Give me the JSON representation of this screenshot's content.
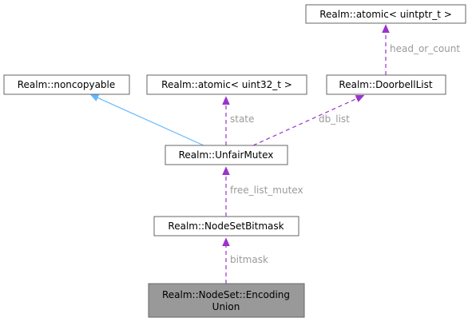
{
  "diagram": {
    "nodes": {
      "atomic_uintptr": "Realm::atomic< uintptr_t >",
      "noncopyable": "Realm::noncopyable",
      "atomic_uint32": "Realm::atomic< uint32_t >",
      "doorbell_list": "Realm::DoorbellList",
      "unfair_mutex": "Realm::UnfairMutex",
      "nodeset_bitmask": "Realm::NodeSetBitmask",
      "encoding_union_line1": "Realm::NodeSet::Encoding",
      "encoding_union_line2": "Union"
    },
    "edges": {
      "head_or_count": "head_or_count",
      "state": "state",
      "db_list": "db_list",
      "free_list_mutex": "free_list_mutex",
      "bitmask": "bitmask"
    },
    "colors": {
      "inheritance": "#63b8ff",
      "member": "#9a32cd",
      "label": "#9a9a9a",
      "focus_fill": "#999999"
    }
  }
}
